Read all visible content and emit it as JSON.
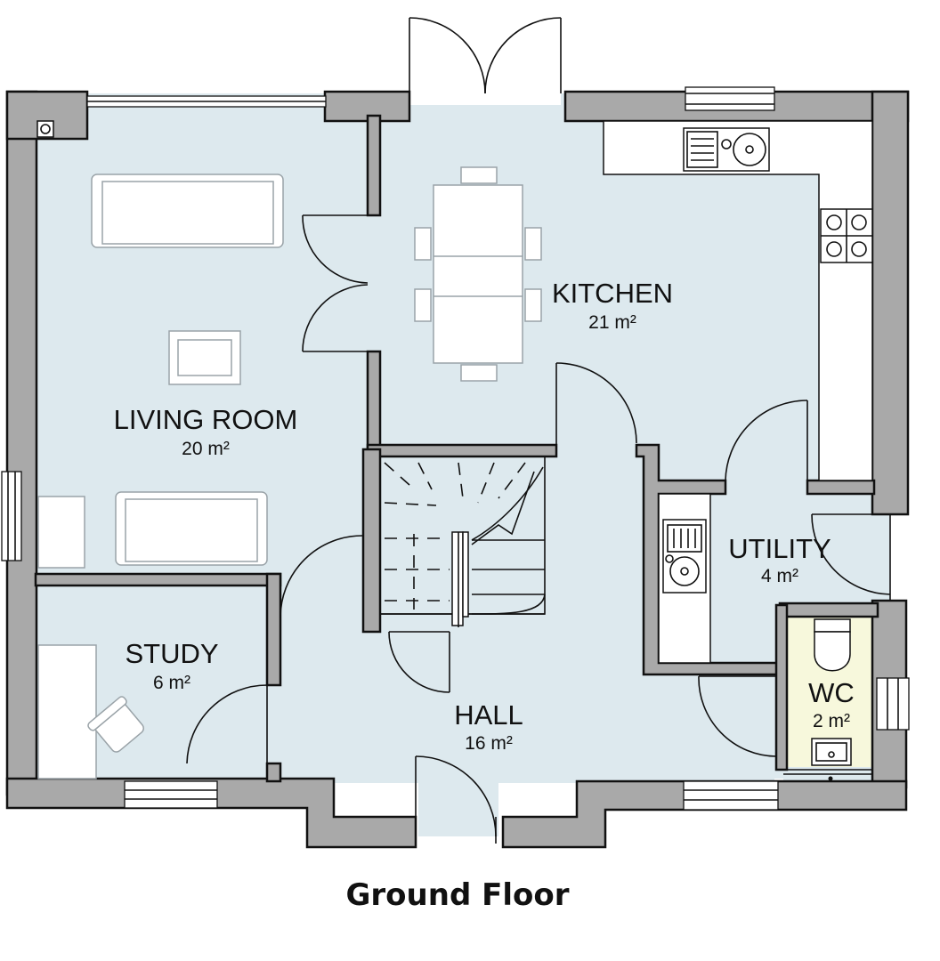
{
  "plan": {
    "title": "Ground Floor",
    "rooms": [
      {
        "label": "LIVING ROOM",
        "area": "20 m²"
      },
      {
        "label": "KITCHEN",
        "area": "21 m²"
      },
      {
        "label": "STUDY",
        "area": "6 m²"
      },
      {
        "label": "HALL",
        "area": "16 m²"
      },
      {
        "label": "UTILITY",
        "area": "4 m²"
      },
      {
        "label": "WC",
        "area": "2 m²"
      }
    ]
  },
  "colors": {
    "floor": "#dde9ee",
    "wc_floor": "#f7f8dc",
    "wall": "#a9a9a9",
    "line": "#111111"
  }
}
